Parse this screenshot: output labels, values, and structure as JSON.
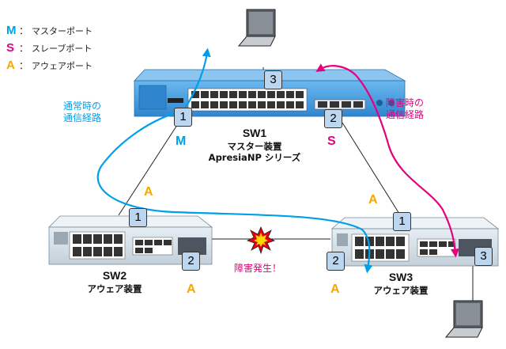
{
  "legend": [
    {
      "key": "M",
      "text": "マスターポート",
      "color": "#00a0e9"
    },
    {
      "key": "S",
      "text": "スレーブポート",
      "color": "#e4007f"
    },
    {
      "key": "A",
      "text": "アウェアポート",
      "color": "#f5a800"
    }
  ],
  "switches": {
    "sw1": {
      "name": "SW1",
      "line1": "マスター装置",
      "line2": "ApresiaNP シリーズ"
    },
    "sw2": {
      "name": "SW2",
      "line1": "アウェア装置"
    },
    "sw3": {
      "name": "SW3",
      "line1": "アウェア装置"
    }
  },
  "ports": {
    "sw1_p1": "1",
    "sw1_p2": "2",
    "sw1_p3": "3",
    "sw2_p1": "1",
    "sw2_p2": "2",
    "sw3_p1": "1",
    "sw3_p2": "2",
    "sw3_p3": "3"
  },
  "roles": {
    "sw1_master": "M",
    "sw1_slave": "S",
    "sw2_p1": "A",
    "sw2_p2": "A",
    "sw3_p1": "A",
    "sw3_p2": "A"
  },
  "paths": {
    "normal": {
      "line1": "通常時の",
      "line2": "通信経路",
      "color": "#00a0e9"
    },
    "failure": {
      "line1": "障害時の",
      "line2": "通信経路",
      "color": "#e4007f"
    }
  },
  "failure_label": "障害発生！",
  "colors": {
    "master": "#00a0e9",
    "slave": "#e4007f",
    "aware": "#f5a800",
    "sw1_body": "#3d9ae0",
    "port_box": "#bcd6f0"
  }
}
